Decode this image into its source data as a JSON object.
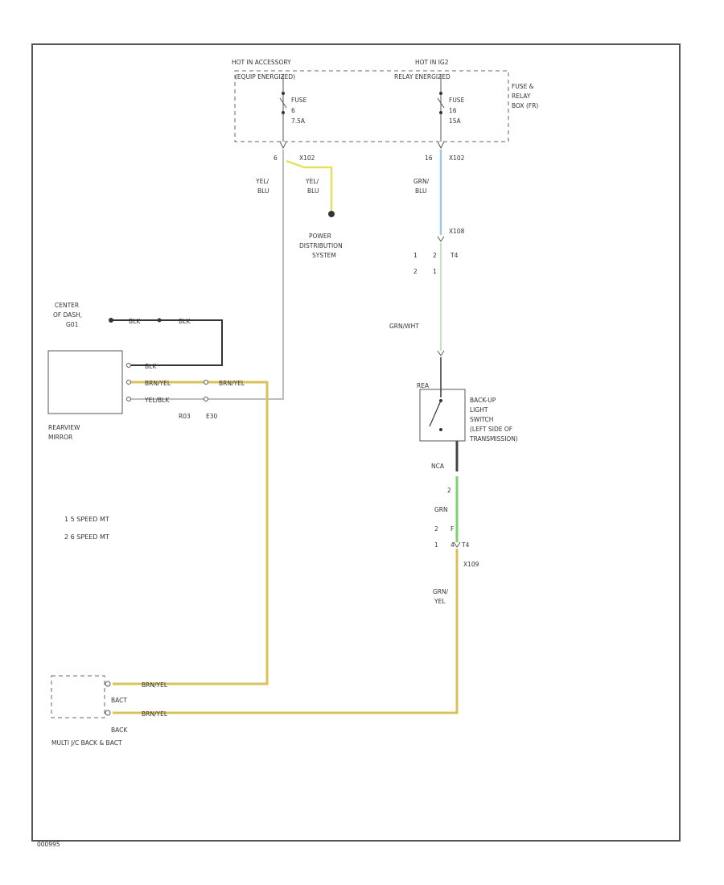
{
  "diagram": {
    "hot_accessory_line1": "HOT IN ACCESSORY",
    "hot_accessory_line2": "(EQUIP ENERGIZED)",
    "hot_ig2_line1": "HOT IN IG2",
    "hot_ig2_line2": "RELAY ENERGIZED",
    "fuse_box_line1": "FUSE &",
    "fuse_box_line2": "RELAY",
    "fuse_box_line3": "BOX (FR)",
    "fuse_left": {
      "label": "FUSE",
      "number": "6",
      "amps": "7.5A"
    },
    "fuse_right": {
      "label": "FUSE",
      "number": "16",
      "amps": "15A"
    },
    "pin_left": "6",
    "conn_left": "X102",
    "pin_right": "16",
    "conn_right": "X102",
    "wire_yel_blu_a": [
      "YEL/",
      "BLU"
    ],
    "wire_yel_blu_b": [
      "YEL/",
      "BLU"
    ],
    "wire_grn_blu": [
      "GRN/",
      "BLU"
    ],
    "power_dist": [
      "POWER",
      "DISTRIBUTION",
      "SYSTEM"
    ],
    "conn_x108": "X108",
    "conn_t4": "T4",
    "t4_rows": [
      [
        "1",
        "2"
      ],
      [
        "2",
        "1"
      ]
    ],
    "wire_grn_wht": "GRN/WHT",
    "center_ground": [
      "CENTER",
      "OF DASH,",
      "G01"
    ],
    "wire_blk_1": "BLK",
    "wire_blk_2": "BLK",
    "mirror_blk": "BLK",
    "mirror_brn_yel": "BRN/YEL",
    "mirror_brn_yel_2": "BRN/YEL",
    "mirror_yel_blk": "YEL/BLK",
    "mirror_name": [
      "REARVIEW",
      "MIRROR"
    ],
    "conn_r03": "R03",
    "conn_e30": "E30",
    "switch_conn_top": "REA",
    "switch_name": [
      "BACK-UP",
      "LIGHT",
      "SWITCH",
      "(LEFT SIDE OF",
      "TRANSMISSION)"
    ],
    "switch_conn_bottom": "NCA",
    "switch_pin_bottom": "2",
    "wire_grn": "GRN",
    "t4_lower_rows": [
      [
        "2",
        "F"
      ],
      [
        "1",
        "4"
      ]
    ],
    "conn_t4_lower": "T4",
    "conn_x109": "X109",
    "wire_grn_yel": [
      "GRN/",
      "YEL"
    ],
    "notes": [
      "1   5 SPEED MT",
      "2   6 SPEED MT"
    ],
    "multi_brn_yel_1": "BRN/YEL",
    "multi_brn_yel_2": "BRN/YEL",
    "multi_bact": "BACT",
    "multi_back": "BACK",
    "multi_name": "MULTI J/C BACK & BACT",
    "footer_code": "000995"
  }
}
